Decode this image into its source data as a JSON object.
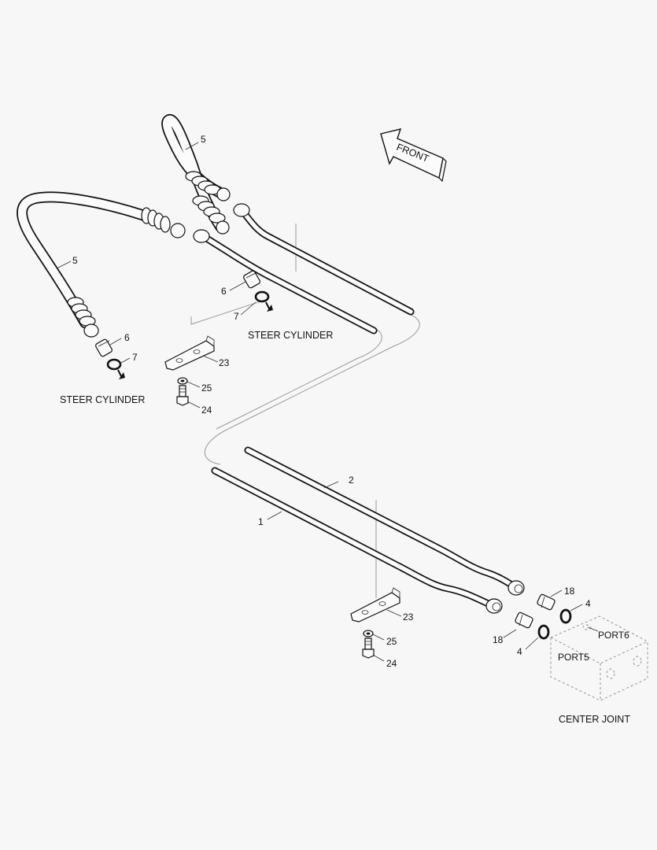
{
  "front_label": "FRONT",
  "steer_cylinder_label_left": "STEER CYLINDER",
  "steer_cylinder_label_right": "STEER CYLINDER",
  "center_joint_label": "CENTER JOINT",
  "port5_label": "PORT5",
  "port6_label": "PORT6",
  "callouts": {
    "hose_left": "5",
    "hose_top": "5",
    "fitting_left": "6",
    "oring_left": "7",
    "fitting_right": "6",
    "oring_right": "7",
    "clamp_top": "23",
    "washer_top": "25",
    "bolt_top": "24",
    "tube_1": "1",
    "tube_2": "2",
    "clamp_bottom": "23",
    "washer_bottom": "25",
    "bolt_bottom": "24",
    "adapter_upper": "18",
    "oring_upper": "4",
    "adapter_lower": "18",
    "oring_lower": "4"
  }
}
